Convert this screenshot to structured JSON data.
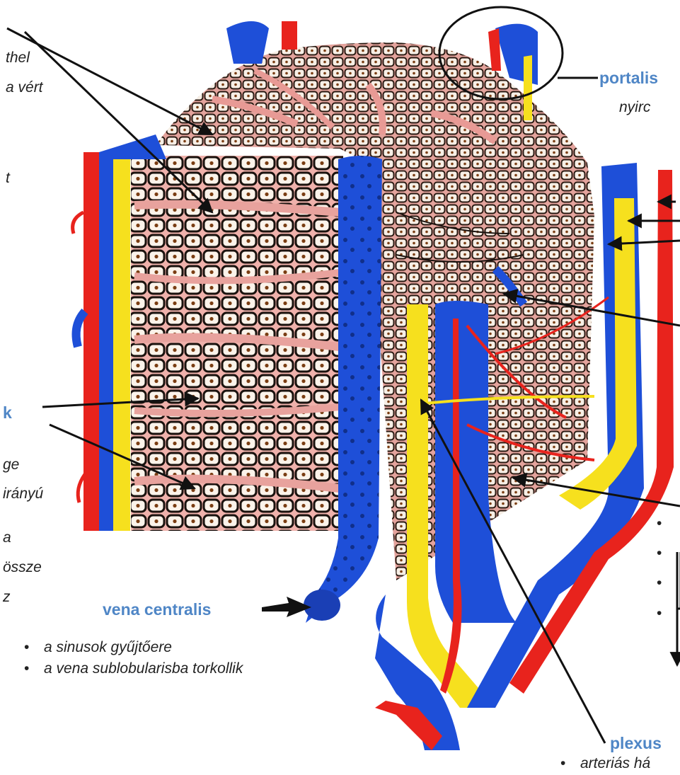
{
  "labels": {
    "left_frag_1": "thel",
    "left_frag_2": "a  vért",
    "left_frag_3": "t",
    "left_frag_4": "k",
    "left_frag_5": "ge",
    "left_frag_6": "irányú",
    "left_frag_7": "a",
    "left_frag_8": "össze",
    "left_frag_9": "z"
  },
  "portalis": {
    "heading": "portalis",
    "subtitle": "nyirc"
  },
  "vena_centralis": {
    "heading": "vena centralis",
    "bullets": [
      "a sinusok gyűjtőere",
      "a vena sublobularisba torkollik"
    ]
  },
  "plexus": {
    "heading": "plexus",
    "bullet": "arteriás há"
  },
  "colors": {
    "artery": "#e8231d",
    "vein": "#1e4fd8",
    "bile_duct": "#f6e01e",
    "sinusoid": "#e9a7a3",
    "heading_blue": "#4f86c6"
  }
}
